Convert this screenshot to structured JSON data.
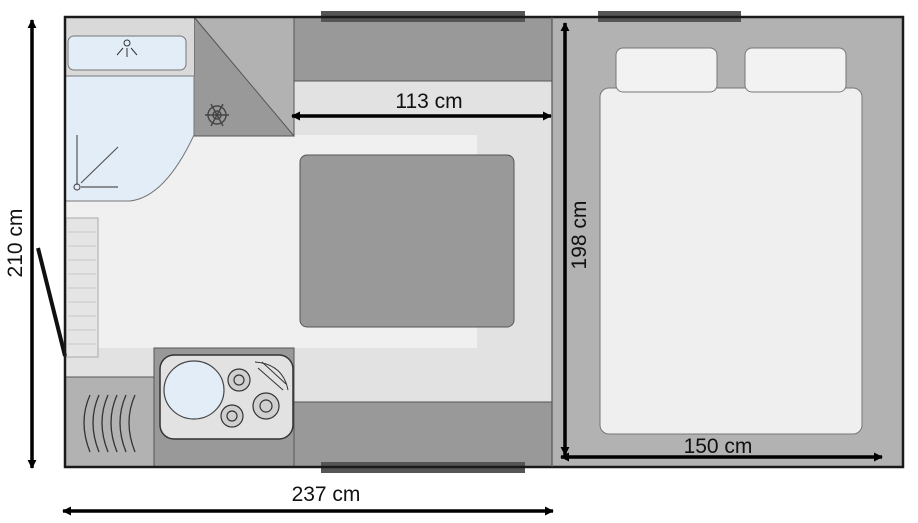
{
  "dimensions": {
    "total_width": "237 cm",
    "total_height": "210 cm",
    "inner_width": "113 cm",
    "bed_length": "198 cm",
    "bed_width": "150 cm"
  },
  "colors": {
    "outline": "#1a1a1a",
    "dark_gray": "#999999",
    "mid_gray": "#b2b2b2",
    "light_floor": "#e2e2e2",
    "pale_floor": "#f0f0f0",
    "mattress": "#efefef",
    "pillow": "#f2f2f2",
    "bathroom": "#e3edf8",
    "window": "#555555"
  },
  "icons": [
    "washbasin-icon",
    "shower-icon",
    "snowflake-icon",
    "sink-icon",
    "gas-burner-icon",
    "heater-icon"
  ]
}
